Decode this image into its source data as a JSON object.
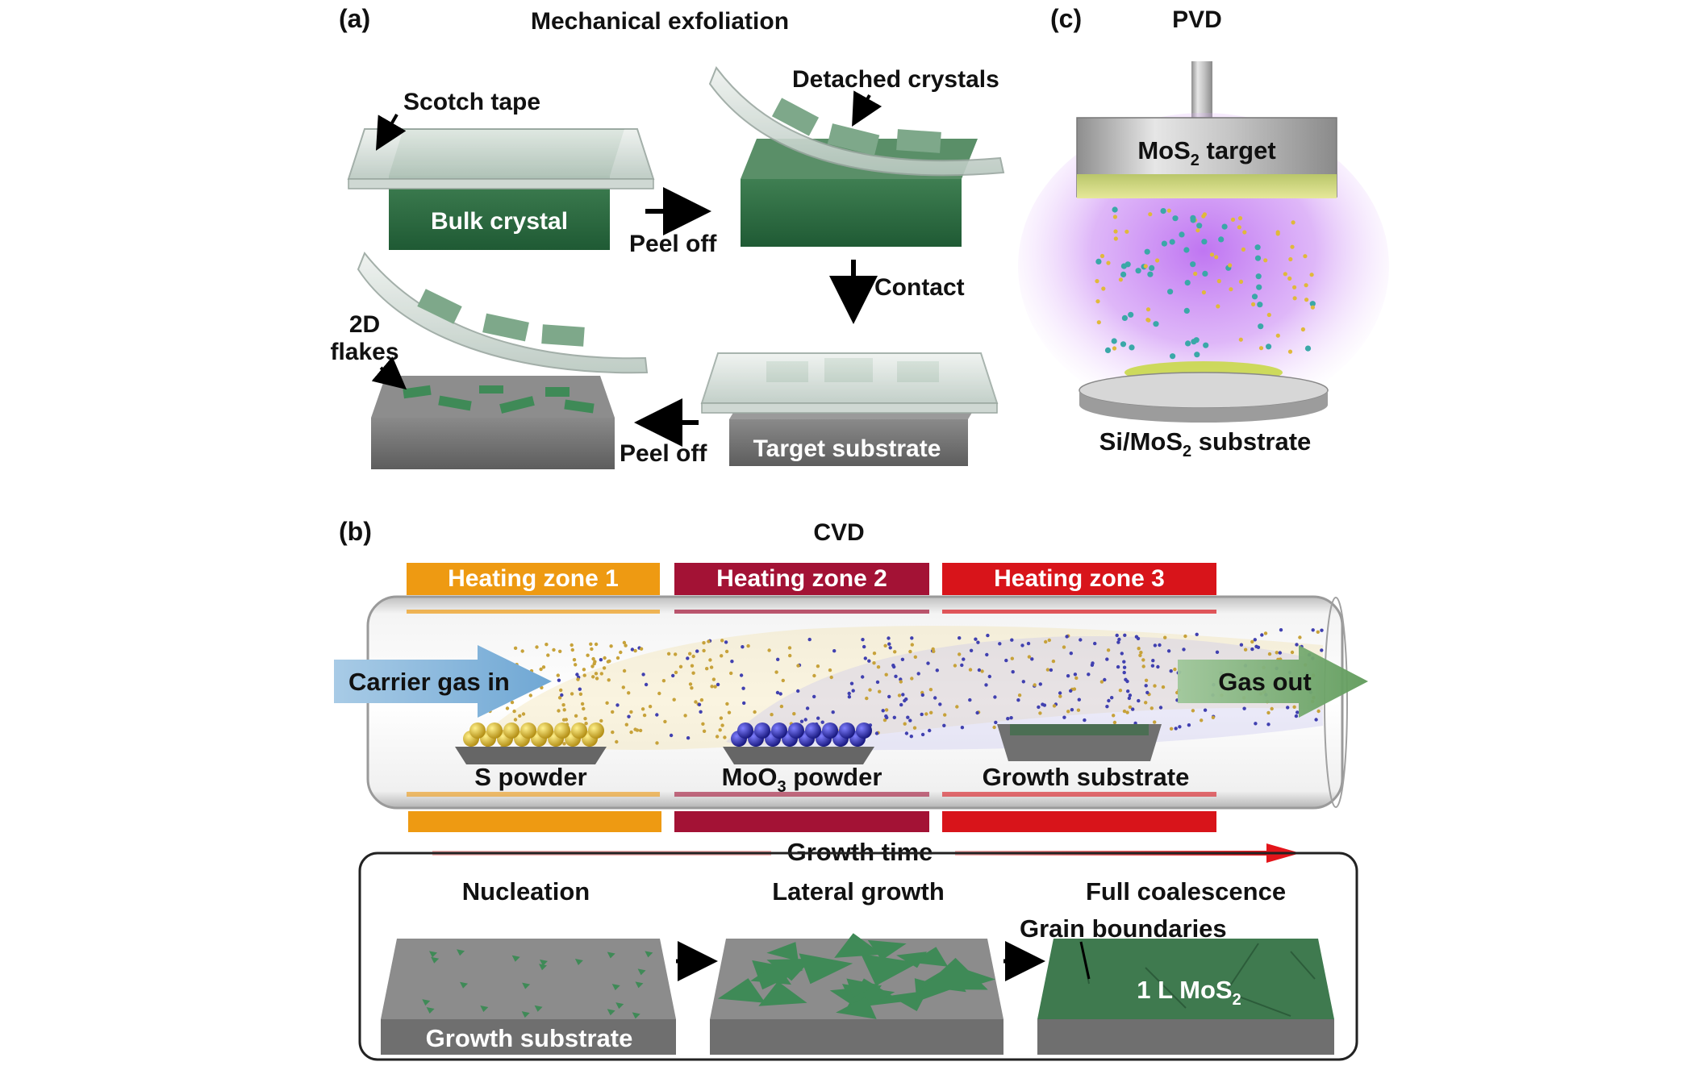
{
  "panel_a": {
    "tag": "(a)",
    "title": "Mechanical exfoliation",
    "scotch_tape": "Scotch tape",
    "bulk_crystal": "Bulk crystal",
    "peel_off_1": "Peel off",
    "detached_crystals": "Detached crystals",
    "contact": "Contact",
    "flakes_line1": "2D",
    "flakes_line2": "flakes",
    "peel_off_2": "Peel off",
    "target_substrate": "Target substrate"
  },
  "panel_b": {
    "tag": "(b)",
    "title": "CVD",
    "zones": [
      "Heating zone 1",
      "Heating zone 2",
      "Heating zone 3"
    ],
    "zone_colors": [
      "#ee9a12",
      "#a31235",
      "#d8141a"
    ],
    "carrier_gas": "Carrier gas in",
    "gas_out": "Gas out",
    "s_powder": "S powder",
    "moo3_main": "MoO",
    "moo3_sub": "3",
    "moo3_tail": " powder",
    "growth_substrate_tube": "Growth substrate",
    "growth_time": "Growth time",
    "stages": [
      "Nucleation",
      "Lateral growth",
      "Full coalescence"
    ],
    "grain_boundaries": "Grain boundaries",
    "growth_substrate_block": "Growth substrate",
    "mos2_main": "1 L MoS",
    "mos2_sub": "2"
  },
  "panel_c": {
    "tag": "(c)",
    "title": "PVD",
    "target_main": "MoS",
    "target_sub": "2",
    "target_tail": " target",
    "substrate_main": "Si/MoS",
    "substrate_sub": "2",
    "substrate_tail": " substrate"
  }
}
